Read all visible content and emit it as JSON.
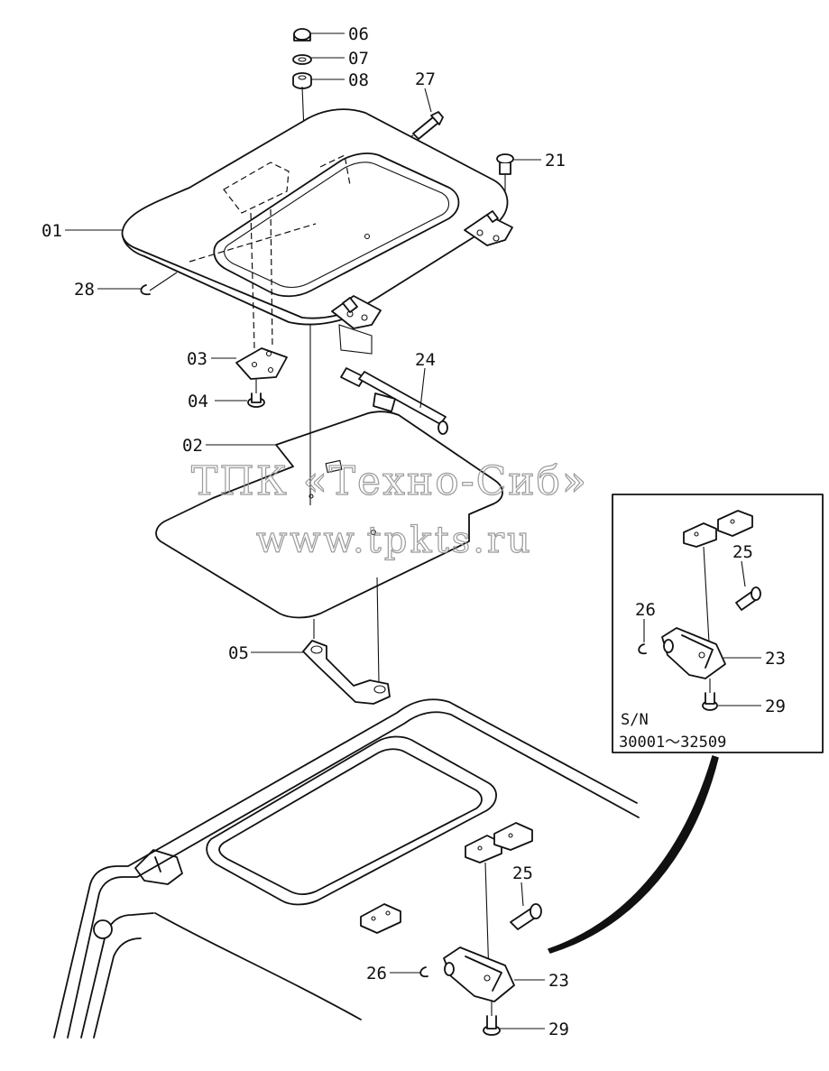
{
  "watermark": {
    "line1": "ТПК «Техно-Сиб»",
    "line2": "www.tpkts.ru"
  },
  "inset": {
    "serial_label": "S/N",
    "serial_range": "30001～32509"
  },
  "callouts": [
    {
      "id": "06",
      "text": "06"
    },
    {
      "id": "07",
      "text": "07"
    },
    {
      "id": "08",
      "text": "08"
    },
    {
      "id": "27",
      "text": "27"
    },
    {
      "id": "21",
      "text": "21"
    },
    {
      "id": "01",
      "text": "01"
    },
    {
      "id": "28",
      "text": "28"
    },
    {
      "id": "03",
      "text": "03"
    },
    {
      "id": "04",
      "text": "04"
    },
    {
      "id": "24",
      "text": "24"
    },
    {
      "id": "02",
      "text": "02"
    },
    {
      "id": "05",
      "text": "05"
    },
    {
      "id": "25-inset",
      "text": "25"
    },
    {
      "id": "26-inset",
      "text": "26"
    },
    {
      "id": "23-inset",
      "text": "23"
    },
    {
      "id": "29-inset",
      "text": "29"
    },
    {
      "id": "25",
      "text": "25"
    },
    {
      "id": "26",
      "text": "26"
    },
    {
      "id": "23",
      "text": "23"
    },
    {
      "id": "29",
      "text": "29"
    }
  ]
}
